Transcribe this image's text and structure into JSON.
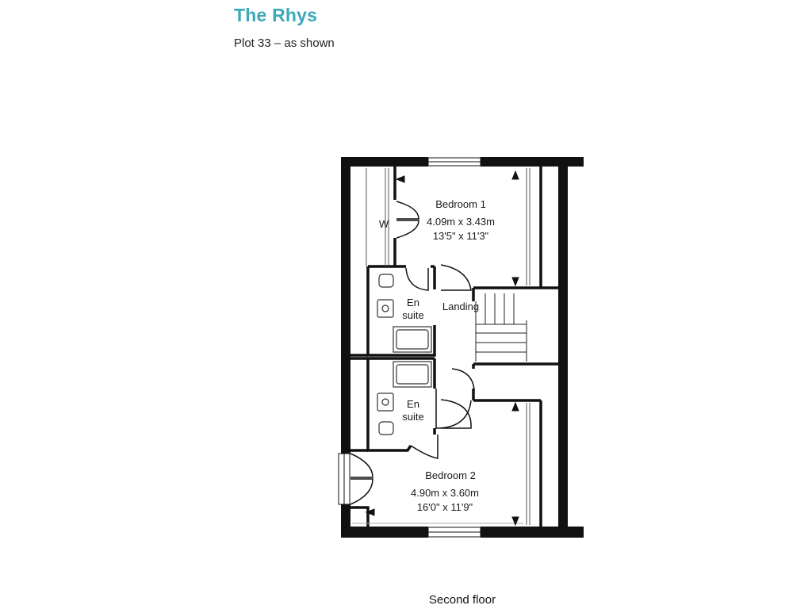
{
  "header": {
    "title": "The Rhys",
    "subtitle": "Plot 33 – as shown"
  },
  "plan": {
    "rooms": {
      "bedroom1": {
        "name": "Bedroom 1",
        "metric": "4.09m x 3.43m",
        "imperial": "13'5\" x 11'3\""
      },
      "bedroom2": {
        "name": "Bedroom 2",
        "metric": "4.90m x 3.60m",
        "imperial": "16'0\" x 11'9\""
      },
      "ensuite1": {
        "line1": "En",
        "line2": "suite"
      },
      "ensuite2": {
        "line1": "En",
        "line2": "suite"
      },
      "landing": {
        "name": "Landing"
      },
      "wardrobe": {
        "name": "W"
      }
    },
    "floor_name": "Second floor"
  },
  "colors": {
    "title": "#3aa9b8",
    "walls": "#111111"
  }
}
